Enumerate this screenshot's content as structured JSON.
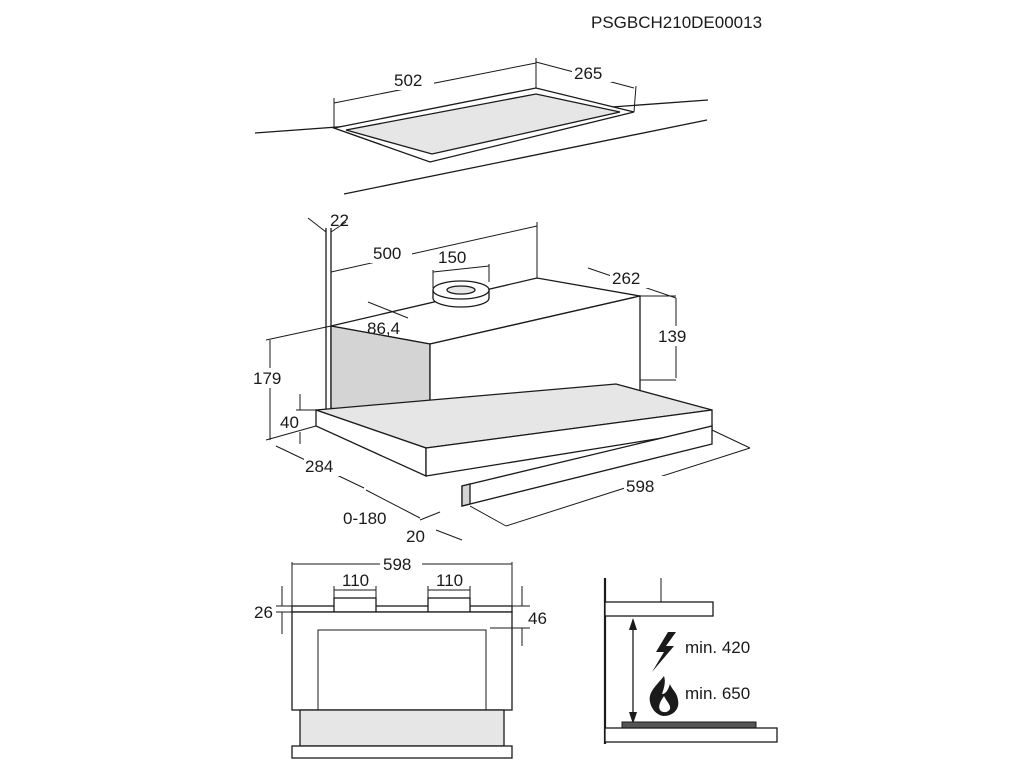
{
  "doc_code": "PSGBCH210DE00013",
  "dims": {
    "cutout_width": "502",
    "cutout_depth": "265",
    "back_offset": "22",
    "outlet_from_side": "500",
    "outlet_diameter": "150",
    "outlet_from_back": "86,4",
    "body_depth": "262",
    "body_height_rear": "139",
    "total_height": "179",
    "front_height": "40",
    "body_depth_lower": "284",
    "extension": "0-180",
    "front_lip": "20",
    "total_width": "598",
    "front_width": "598",
    "outlet_w_left": "110",
    "outlet_w_right": "110",
    "top_plate": "26",
    "outlet_height": "46"
  },
  "install": {
    "electric_min": "min. 420",
    "gas_min": "min. 650",
    "electric_icon": "lightning-bolt-icon",
    "gas_icon": "gas-flame-icon"
  }
}
